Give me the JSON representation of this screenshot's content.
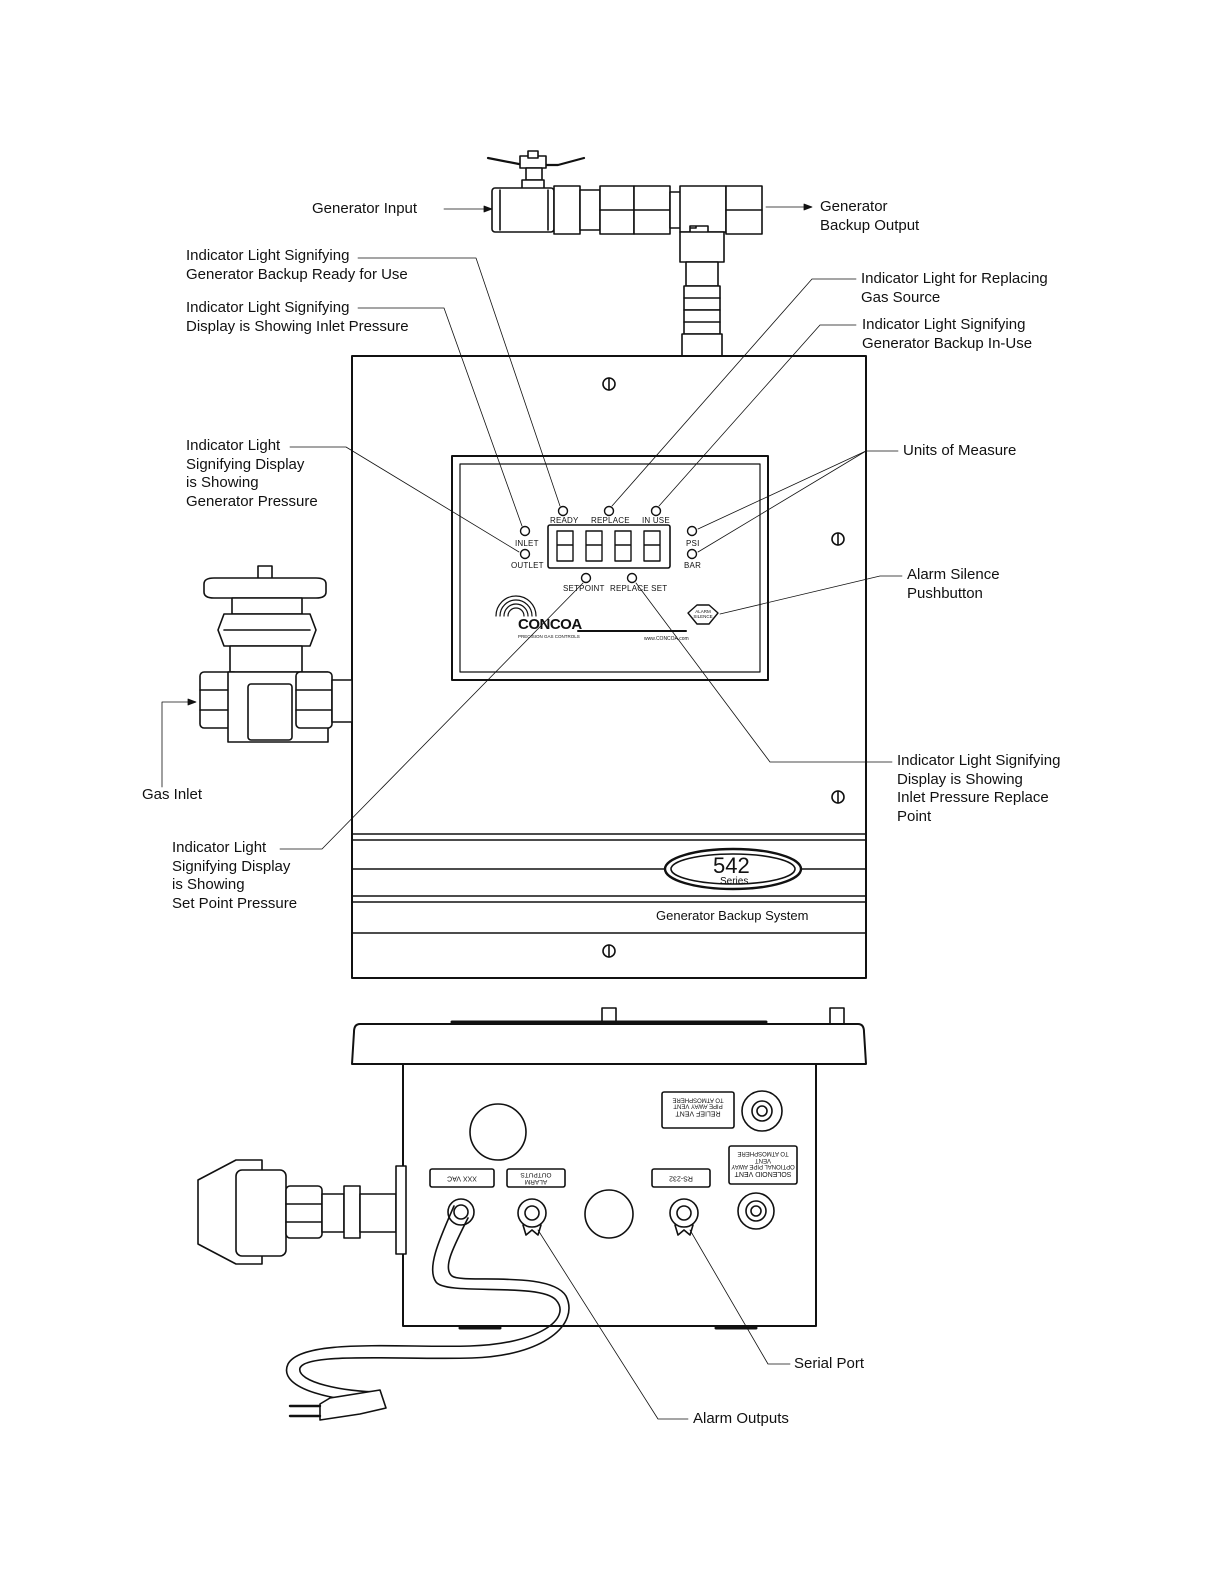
{
  "callouts": {
    "generator_input": [
      "Generator Input"
    ],
    "generator_backup_output": [
      "Generator",
      "Backup Output"
    ],
    "ready_light": [
      "Indicator Light Signifying",
      "Generator Backup Ready for Use"
    ],
    "inlet_light": [
      "Indicator Light Signifying",
      "Display is Showing Inlet Pressure"
    ],
    "replace_light": [
      "Indicator Light for Replacing",
      "Gas Source"
    ],
    "in_use_light": [
      "Indicator Light Signifying",
      "Generator Backup In-Use"
    ],
    "outlet_light": [
      "Indicator Light",
      "Signifying Display",
      "is Showing",
      "Generator Pressure"
    ],
    "units_of_measure": [
      "Units of Measure"
    ],
    "alarm_silence": [
      "Alarm Silence",
      "Pushbutton"
    ],
    "gas_inlet": [
      "Gas Inlet"
    ],
    "replace_set_light": [
      "Indicator Light Signifying",
      "Display is Showing",
      "Inlet Pressure Replace",
      "Point"
    ],
    "setpoint_light": [
      "Indicator Light",
      "Signifying Display",
      "is Showing",
      "Set Point Pressure"
    ],
    "serial_port": [
      "Serial Port"
    ],
    "alarm_outputs": [
      "Alarm Outputs"
    ]
  },
  "panel": {
    "ready": "READY",
    "replace": "REPLACE",
    "in_use": "IN USE",
    "inlet": "INLET",
    "outlet": "OUTLET",
    "psi": "PSI",
    "bar": "BAR",
    "setpoint": "SETPOINT",
    "replace_set": "REPLACE SET",
    "alarm_silence_btn": [
      "ALARM",
      "SILENCE"
    ],
    "logo": "CONCOA",
    "logo_sub": "PRECISION GAS CONTROLS",
    "url": "www.CONCOA.com"
  },
  "badge": {
    "number": "542",
    "word": "Series",
    "system_name": "Generator Backup System"
  },
  "bottom_tags": {
    "relief_vent": [
      "RELIEF VENT",
      "PIPE AWAY VENT",
      "TO ATMOSPHERE"
    ],
    "solenoid_vent": [
      "SOLENOID VENT",
      "OPTIONAL PIPE AWAY VENT",
      "TO ATMOSPHERE"
    ],
    "xxx_vac": [
      "XXX VAC"
    ],
    "alarm_outputs": [
      "ALARM",
      "OUTPUTS"
    ],
    "rs232": [
      "RS-232"
    ]
  }
}
